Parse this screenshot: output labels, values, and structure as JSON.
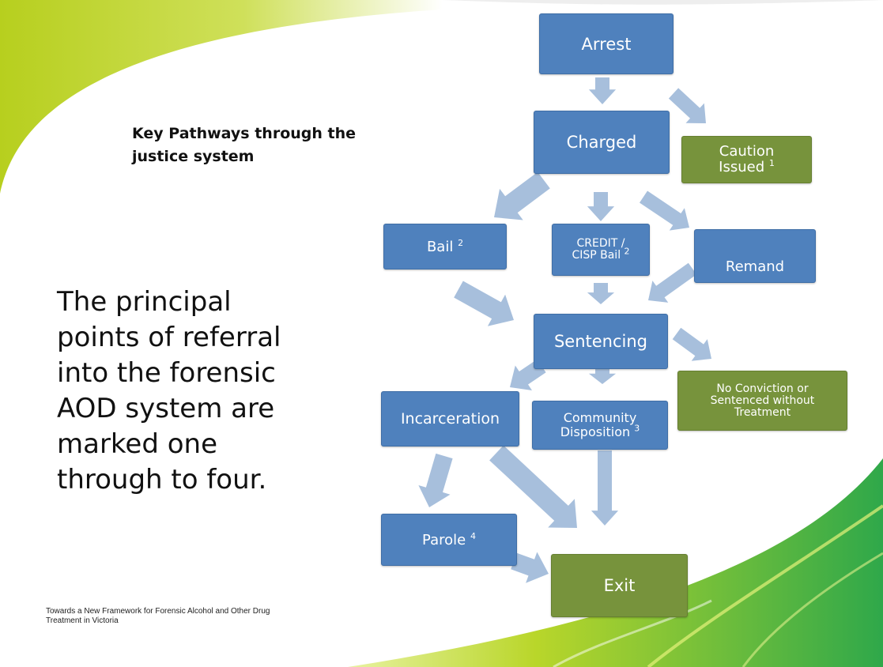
{
  "heading": "Key Pathways through the justice system",
  "body_text": "The principal points of referral into the forensic AOD system are marked one through to four.",
  "footer": "Towards a New Framework for Forensic Alcohol and Other Drug Treatment in Victoria",
  "nodes": {
    "arrest": {
      "label": "Arrest"
    },
    "charged": {
      "label": "Charged"
    },
    "caution": {
      "label": "Caution Issued",
      "note": "1"
    },
    "bail": {
      "label": "Bail",
      "note": "2"
    },
    "credit": {
      "label": "CREDIT / CISP Bail",
      "note": "2"
    },
    "remand": {
      "label": "Remand"
    },
    "sentencing": {
      "label": "Sentencing"
    },
    "no_conviction": {
      "label": "No Conviction or Sentenced without Treatment"
    },
    "incarceration": {
      "label": "Incarceration"
    },
    "community": {
      "label": "Community Disposition",
      "note": "3"
    },
    "parole": {
      "label": "Parole",
      "note": "4"
    },
    "exit": {
      "label": "Exit"
    }
  },
  "colors": {
    "process": "#4f81bd",
    "outcome": "#77933c",
    "arrow": "#a7bfdc"
  }
}
